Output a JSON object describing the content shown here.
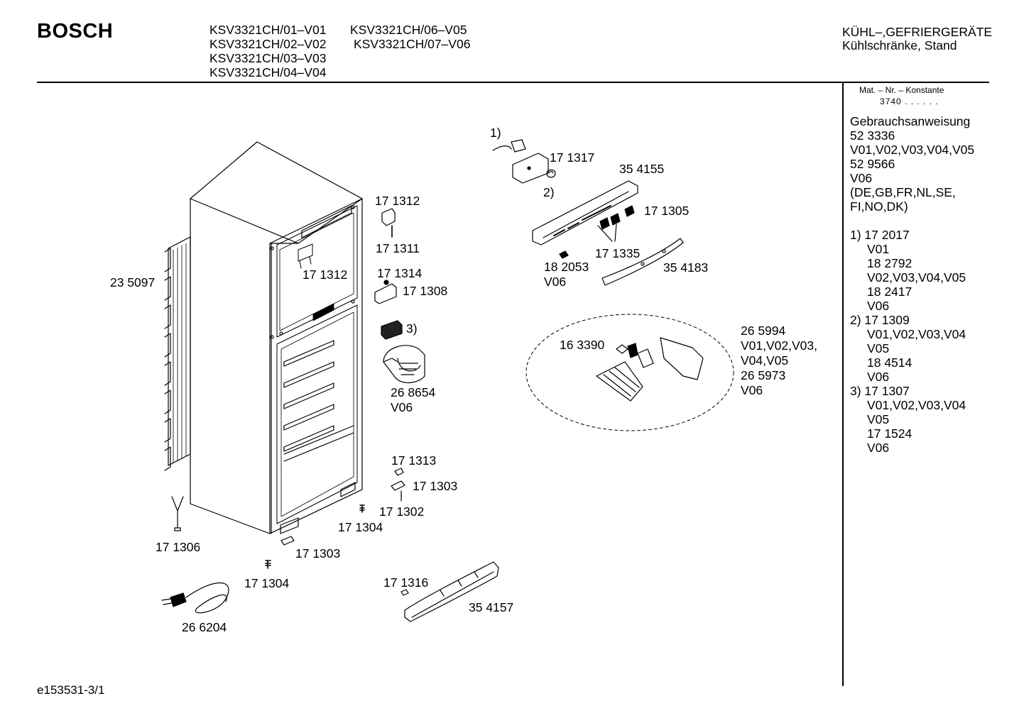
{
  "brand": "BOSCH",
  "models": {
    "col1": [
      "KSV3321CH/01–V01",
      "KSV3321CH/02–V02",
      "KSV3321CH/03–V03",
      "KSV3321CH/04–V04"
    ],
    "col2": [
      "KSV3321CH/06–V05",
      "KSV3321CH/07–V06"
    ]
  },
  "category": {
    "line1": "KÜHL–,GEFRIERGERÄTE",
    "line2": "Kühlschränke, Stand"
  },
  "material": {
    "label": "Mat. – Nr. – Konstante",
    "value": "3740 .  .  .  .  .  ."
  },
  "notes": {
    "manual_title": "Gebrauchsanweisung",
    "manual_lines": [
      "52 3336",
      "V01,V02,V03,V04,V05",
      "52 9566",
      "V06",
      "(DE,GB,FR,NL,SE,",
      "FI,NO,DK)"
    ],
    "footnotes": [
      {
        "head": "1) 17 2017",
        "lines": [
          "V01",
          "18 2792",
          "V02,V03,V04,V05",
          "18 2417",
          "V06"
        ]
      },
      {
        "head": "2) 17 1309",
        "lines": [
          "V01,V02,V03,V04",
          "V05",
          "18 4514",
          "V06"
        ]
      },
      {
        "head": "3) 17 1307",
        "lines": [
          "V01,V02,V03,V04",
          "V05",
          "17 1524",
          "V06"
        ]
      }
    ]
  },
  "callouts": {
    "c_235097": "23 5097",
    "c_171312_top": "17 1312",
    "c_171311": "17 1311",
    "c_171312_in": "17 1312",
    "c_171314": "17 1314",
    "c_171308": "17 1308",
    "c_3": "3)",
    "c_268654": [
      "26 8654",
      "V06"
    ],
    "c_1": "1)",
    "c_171317": "17 1317",
    "c_2": "2)",
    "c_354155": "35 4155",
    "c_171305": "17 1305",
    "c_171335": "17 1335",
    "c_182053": [
      "18 2053",
      "V06"
    ],
    "c_354183": "35 4183",
    "c_265994": [
      "26 5994",
      "V01,V02,V03,",
      "V04,V05",
      "26 5973",
      "V06"
    ],
    "c_163390": "16 3390",
    "c_171313": "17 1313",
    "c_171303_a": "17 1303",
    "c_171302": "17 1302",
    "c_171304_a": "17 1304",
    "c_171306": "17 1306",
    "c_171303_b": "17 1303",
    "c_171304_b": "17 1304",
    "c_171316": "17 1316",
    "c_354157": "35 4157",
    "c_266204": "26 6204"
  },
  "footer": "e153531-3/1"
}
